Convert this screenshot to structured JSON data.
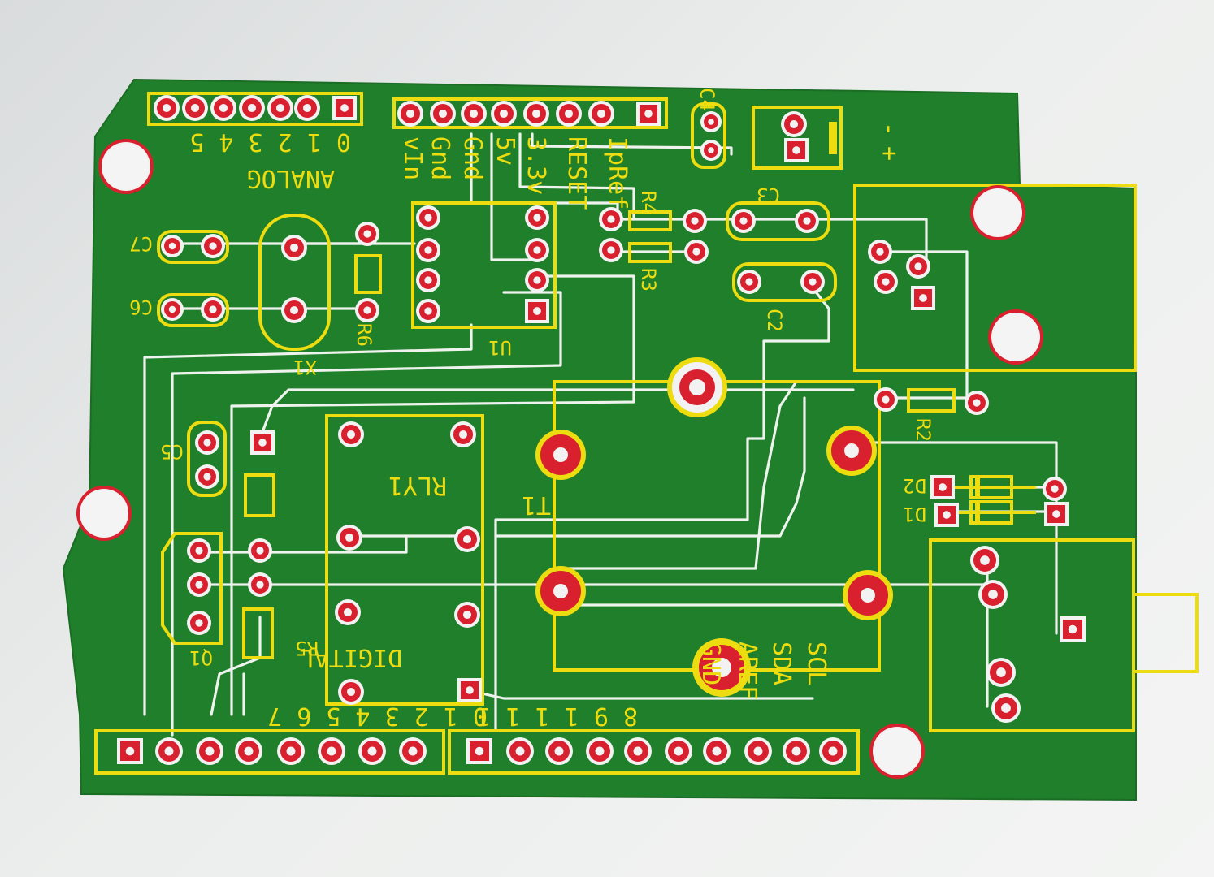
{
  "colors": {
    "board": "#1f7f2a",
    "silkscreen": "#ecdc10",
    "pad": "#d8202e",
    "pad_ring": "#f2f2f2",
    "trace": "#eef3ee"
  },
  "labels": {
    "analog": "ANALOG",
    "digital": "DIGITAL",
    "analog_pins": "0 1 2 3 4 5",
    "power_vin": "vIn",
    "power_gnd1": "Gnd",
    "power_gnd2": "Gnd",
    "power_5v": "5v",
    "power_33v": "3.3v",
    "power_reset": "RESET",
    "power_ioref": "IpRef",
    "c4": "C4",
    "c3": "C3",
    "c2": "C2",
    "c5": "C5",
    "c6": "C6",
    "c7": "C7",
    "r2": "R2",
    "r3": "R3",
    "r4": "R4",
    "r5": "R5",
    "r6": "R6",
    "d1": "D1",
    "d2": "D2",
    "q1": "Q1",
    "u1": "U1",
    "x1": "X1",
    "rly1": "RLY1",
    "t1": "T1",
    "minus": "-",
    "plus": "+",
    "scl": "SCL",
    "sda": "SDA",
    "aref": "AREF",
    "gnd_top": "GND",
    "digital_low": "0 1 2 3 4 5 6 7",
    "digital_high": "8 9 1 1 1 1"
  }
}
